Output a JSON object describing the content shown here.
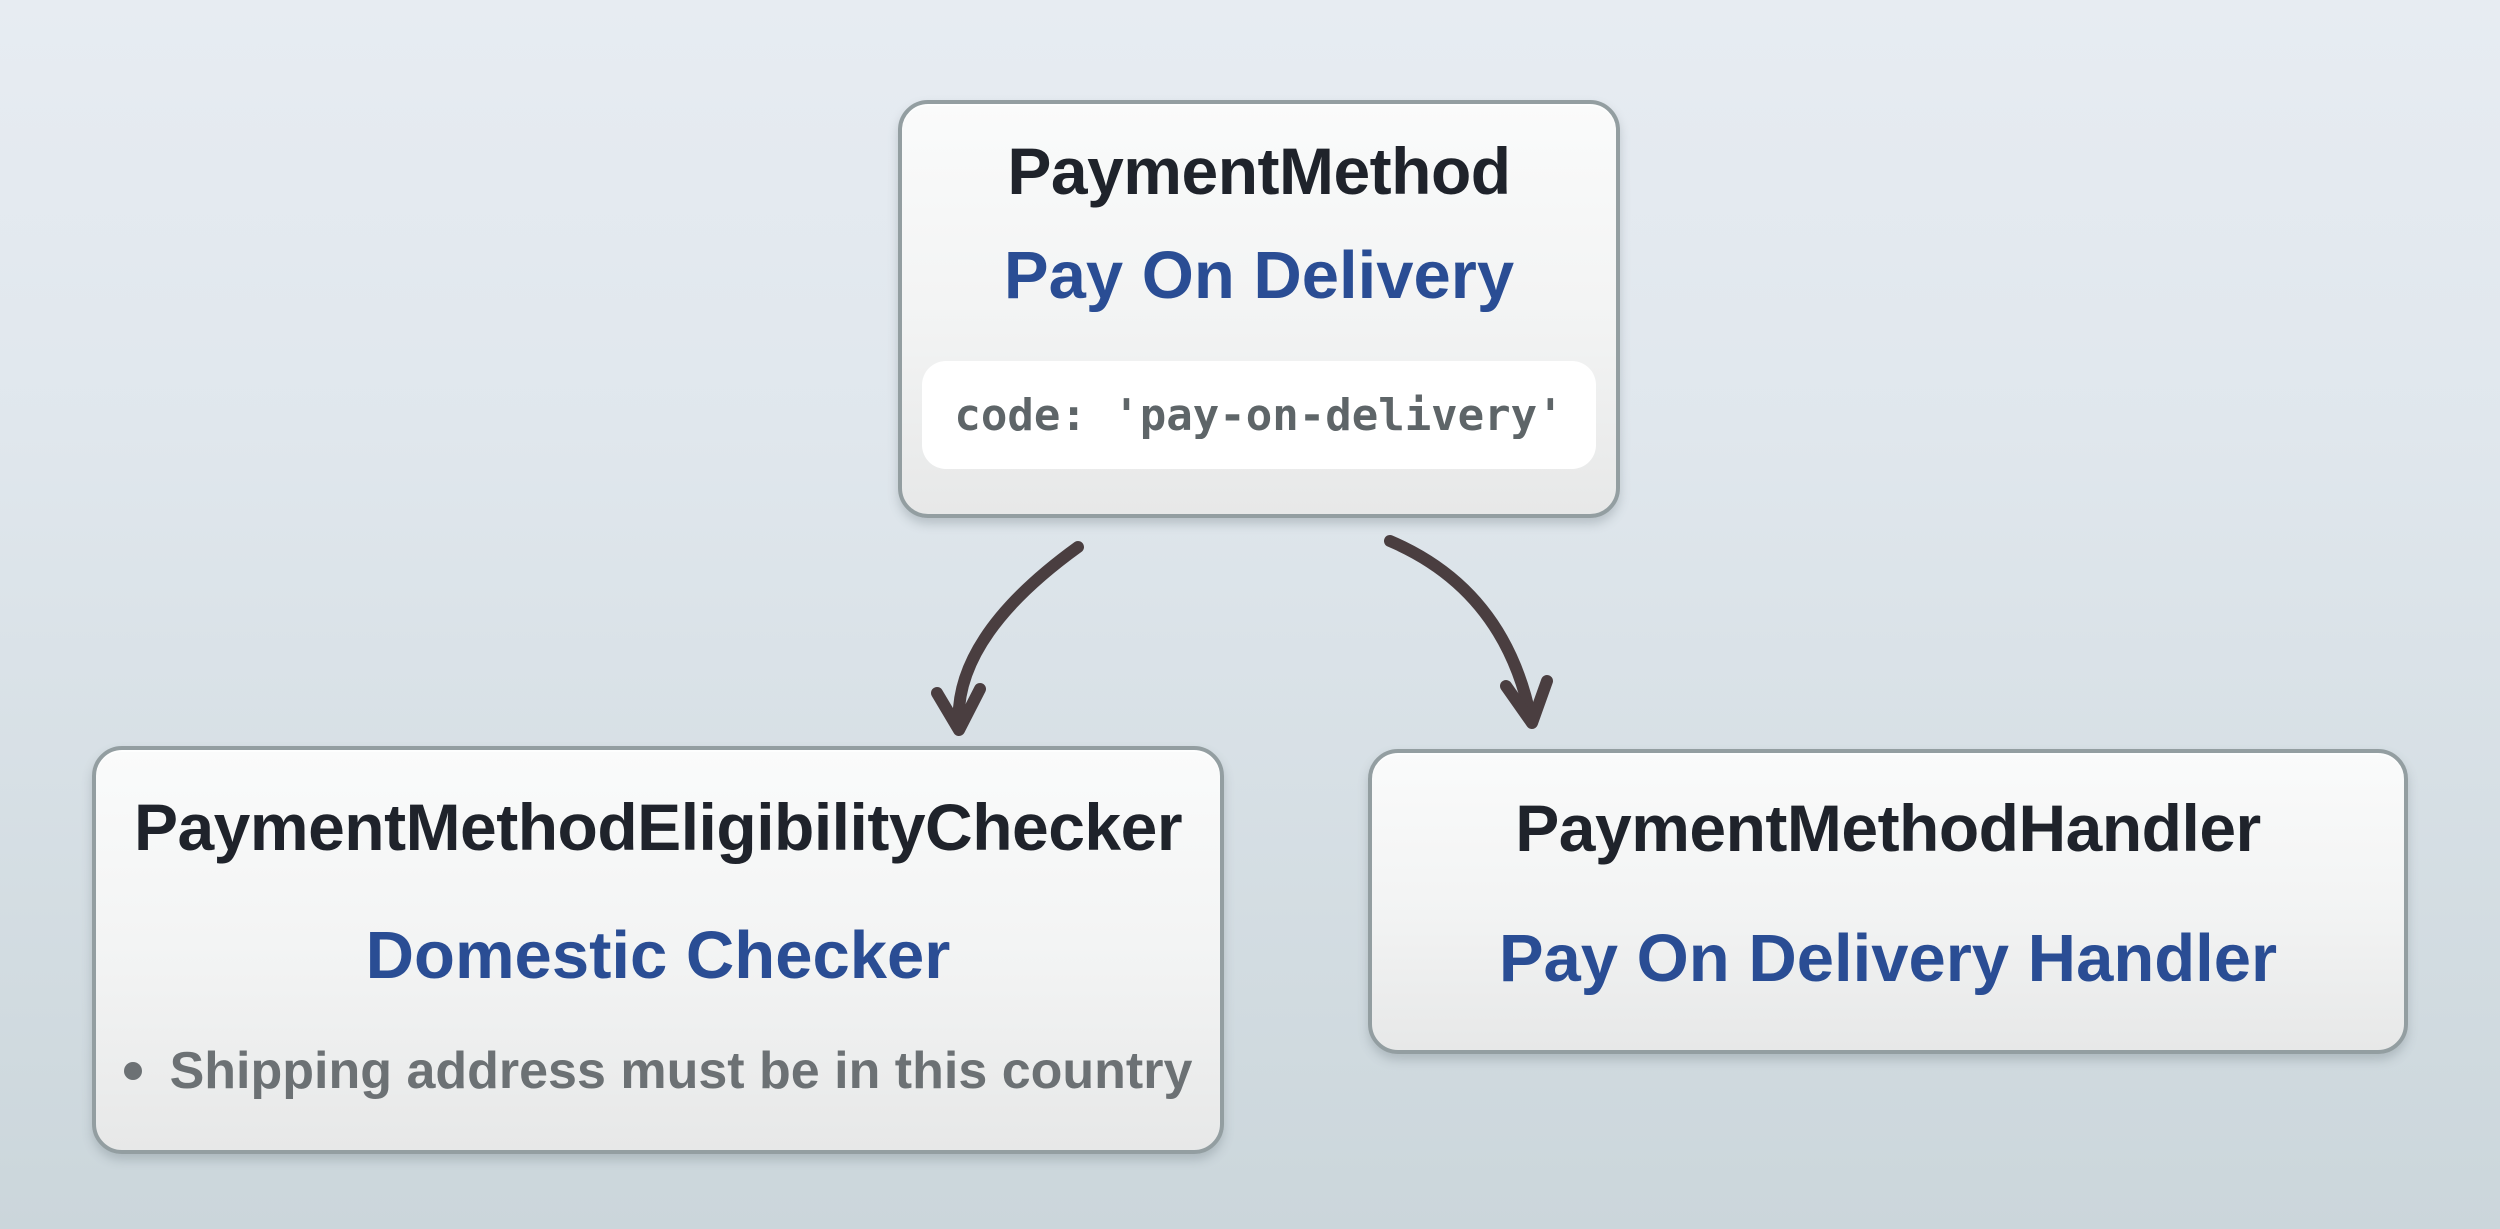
{
  "theme": {
    "bg-top": "#e7ecf2",
    "bg-bottom": "#cbd6db",
    "node-border": "#939ea1",
    "node-bg-top": "#fafbfb",
    "node-bg-bottom": "#e7e8e8",
    "code-bg": "#ffffff",
    "title-color": "#1f232b",
    "subtitle-color": "#2a4d94",
    "code-color": "#5e6568",
    "bullet-color": "#6c7174",
    "arrow-color": "#4a3e40"
  },
  "diagram": {
    "nodes": {
      "payment_method": {
        "title": "PaymentMethod",
        "subtitle": "Pay On Delivery",
        "code": "code: 'pay-on-delivery'"
      },
      "eligibility_checker": {
        "title": "PaymentMethodEligibilityChecker",
        "subtitle": "Domestic Checker",
        "bullets": [
          "Shipping address must be in this country"
        ]
      },
      "handler": {
        "title": "PaymentMethodHandler",
        "subtitle": "Pay On Delivery Handler"
      }
    },
    "edges": [
      {
        "from": "payment_method",
        "to": "eligibility_checker"
      },
      {
        "from": "payment_method",
        "to": "handler"
      }
    ]
  }
}
